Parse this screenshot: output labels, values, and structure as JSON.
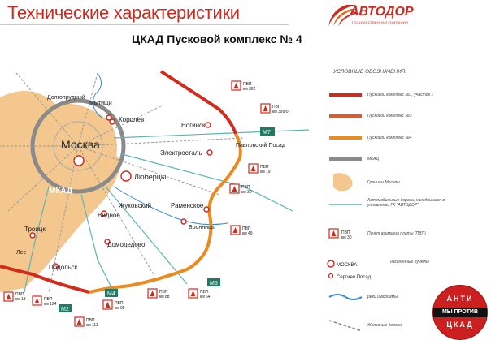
{
  "header": {
    "title": "Технические характеристики",
    "subtitle": "ЦКАД Пусковой комплекс № 4",
    "logo_text": "АВТОДОР",
    "logo_sub": "ГОСУДАРСТВЕННАЯ КОМПАНИЯ"
  },
  "legend": {
    "title": "УСЛОВНЫЕ ОБОЗНАЧЕНИЯ:",
    "items": [
      {
        "label": "Пусковой комплекс №1, участок 1",
        "color": "#d22a1c"
      },
      {
        "label": "Пусковой комплекс №3",
        "color": "#e3582a"
      },
      {
        "label": "Пусковой комплекс №4",
        "color": "#ea8a1f"
      },
      {
        "label": "МКАД",
        "color": "#8a8a8a"
      },
      {
        "label": "Границы Москвы",
        "color": "#f3c78e"
      },
      {
        "label": "Автомобильные дороги, находящиеся в управлении ГК \"АВТОДОР\"",
        "color": "#5fb4b4"
      },
      {
        "label": "Пункт взимания платы (ПВП)",
        "color": "#d22a1c"
      },
      {
        "label": "населенные пункты",
        "color": "#888888"
      },
      {
        "label": "реки и водоемы",
        "color": "#3b8ac8"
      },
      {
        "label": "Железные дороги",
        "color": "#888888"
      }
    ],
    "sample_pvp": {
      "code": "ПВП",
      "km": "км 30"
    },
    "sample_city_big": "МОСКВА",
    "sample_city_small": "Сергиев Посад"
  },
  "map": {
    "cities": {
      "moscow": "Москва",
      "mkad": "МКАД",
      "dolgoprudny": "Долгопрудный",
      "mytishchi": "Мытищи",
      "korolev": "Королев",
      "noginsk": "Ногинск",
      "elektrostal": "Электросталь",
      "pavlovsky_posad": "Павловский Посад",
      "lyubertsy": "Люберцы",
      "zhukovsky": "Жуковский",
      "ramenskoe": "Раменское",
      "bronnitsy": "Бронницы",
      "vidnoe": "Видное",
      "domodedovo": "Домодедово",
      "troitsk": "Троицк",
      "podolsk": "Подольск",
      "les": "Лес"
    },
    "highways": {
      "m7": "М7",
      "m5": "М5",
      "m4": "М4",
      "m2": "М2"
    },
    "pvp": [
      {
        "code": "ПВП",
        "km": "км 382"
      },
      {
        "code": "ПВП",
        "km": "км 399/0"
      },
      {
        "code": "ПВП",
        "km": "км 19"
      },
      {
        "code": "ПВП",
        "km": "км 30"
      },
      {
        "code": "ПВП",
        "km": "км 49"
      },
      {
        "code": "ПВП",
        "km": "км 64"
      },
      {
        "code": "ПВП",
        "km": "км 88"
      },
      {
        "code": "ПВП",
        "km": "км 95"
      },
      {
        "code": "ПВП",
        "km": "км 111"
      },
      {
        "code": "ПВП",
        "km": "км 124"
      },
      {
        "code": "ПВП",
        "km": "км 13"
      }
    ]
  },
  "badge": {
    "top": "АНТИ",
    "middle": "МЫ ПРОТИВ",
    "bottom": "ЦКАД"
  },
  "colors": {
    "brand": "#cc2a20",
    "ring_orange": "#ea8a1f",
    "ring_red": "#d22a1c",
    "moscow_area": "#f3c78e",
    "roads": "#5fb4b4"
  }
}
